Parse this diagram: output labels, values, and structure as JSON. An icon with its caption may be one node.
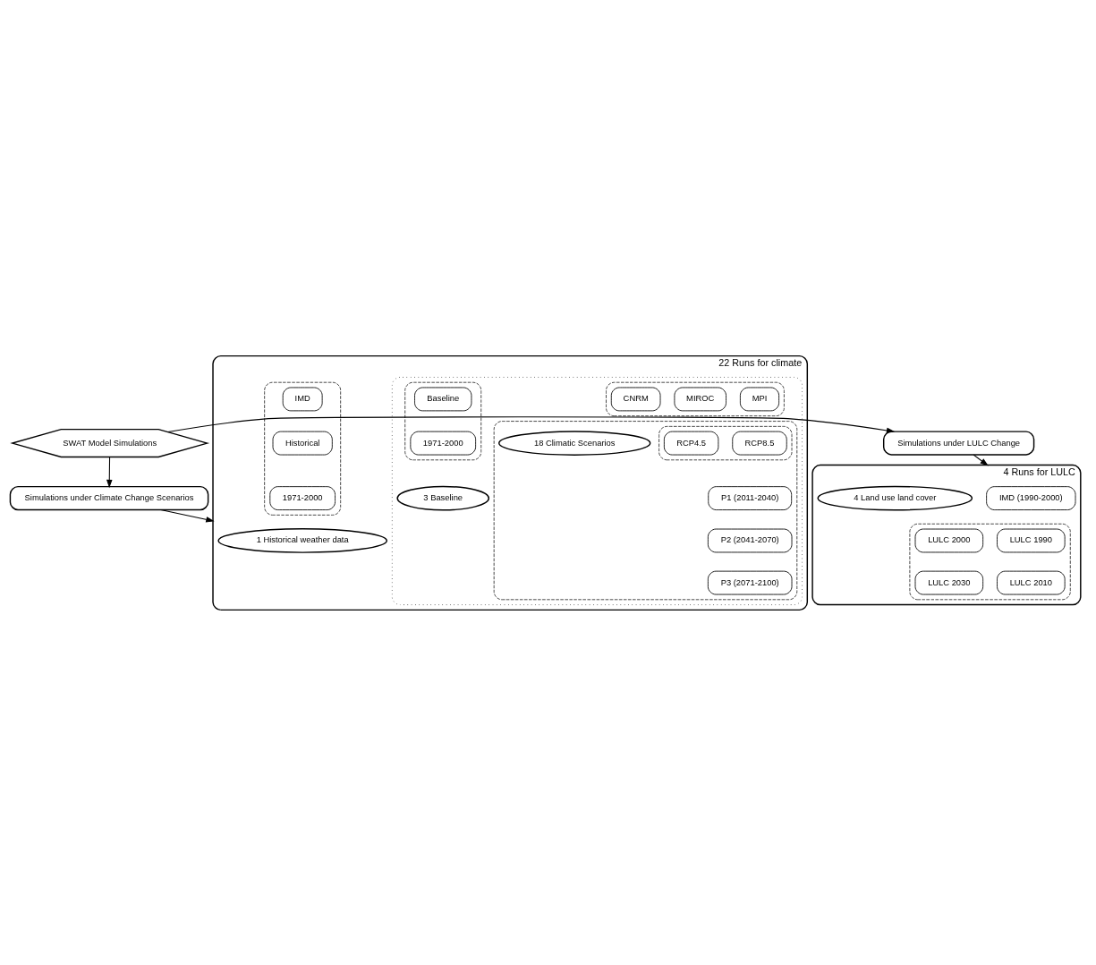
{
  "diagram": {
    "nodes": [
      {
        "text": [
          "SWAT Model Simulations"
        ]
      },
      {
        "text": [
          "Simulations under LULC Change"
        ]
      },
      {
        "text": [
          "Simulations under Climate Change Scenarios"
        ]
      },
      {
        "text": [
          "4 Runs for LULC"
        ]
      },
      {
        "text": [
          "IMD (1990-2000)"
        ],
        "in": 3
      },
      {
        "text": [],
        "shape": "box",
        "in": 3
      },
      {
        "text": [
          "LULC 1990"
        ],
        "in": 5
      },
      {
        "text": [
          "LULC 2000"
        ],
        "in": 5
      },
      {
        "text": [
          "LULC 2010"
        ],
        "in": 5
      },
      {
        "text": [
          "LULC 2030"
        ],
        "in": 5
      },
      {
        "text": [
          "4 Land use land cover"
        ],
        "in": 3
      },
      {
        "text": [
          "22 Runs for climate"
        ]
      },
      {
        "text": [],
        "shape": "box",
        "in": 11
      },
      {
        "text": [
          "IMD"
        ],
        "in": 12
      },
      {
        "text": [
          "Historical"
        ],
        "in": 12
      },
      {
        "text": [
          "1971-2000"
        ],
        "in": 12
      },
      {
        "text": [
          "1 Historical weather data"
        ],
        "in": 11
      },
      {
        "text": [],
        "shape": "box",
        "in": 11
      },
      {
        "text": [],
        "shape": "box",
        "in": 17
      },
      {
        "text": [
          "MPI"
        ],
        "in": 18
      },
      {
        "text": [
          "MIROC"
        ],
        "in": 18
      },
      {
        "text": [
          "CNRM"
        ],
        "in": 18
      },
      {
        "text": [],
        "shape": "box",
        "in": 17
      },
      {
        "text": [
          "Baseline"
        ],
        "in": 22
      },
      {
        "text": [
          "1971-2000"
        ],
        "in": 22
      },
      {
        "text": [
          "3 Baseline"
        ],
        "in": 17
      },
      {
        "text": [],
        "shape": "box",
        "in": 17
      },
      {
        "text": [],
        "shape": "box",
        "in": 26
      },
      {
        "text": [
          "RCP8.5"
        ],
        "in": 27
      },
      {
        "text": [
          "RCP4.5"
        ],
        "in": 27
      },
      {
        "text": [
          "P1 (2011-2040)"
        ],
        "in": 26
      },
      {
        "text": [
          "P2 (2041-2070)"
        ],
        "in": 26
      },
      {
        "text": [
          "P3 (2071-2100)"
        ],
        "in": 26
      },
      {
        "text": [
          "18 Climatic Scenarios"
        ],
        "in": 26
      }
    ],
    "edges": [
      {
        "from": 0,
        "to": 1,
        "arrow": "to"
      },
      {
        "from": 0,
        "to": 2,
        "arrow": "to"
      },
      {
        "from": 1,
        "to": 3,
        "arrow": "to"
      },
      {
        "from": 2,
        "to": 11,
        "arrow": "to"
      }
    ]
  }
}
